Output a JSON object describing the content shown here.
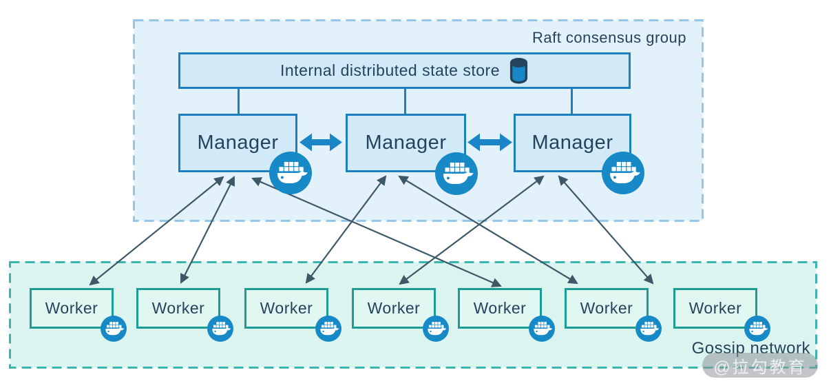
{
  "raft_group": {
    "label": "Raft consensus group",
    "state_store": {
      "label": "Internal distributed state store",
      "icon": "database-icon"
    },
    "managers": [
      {
        "label": "Manager",
        "icon": "docker-whale-icon"
      },
      {
        "label": "Manager",
        "icon": "docker-whale-icon"
      },
      {
        "label": "Manager",
        "icon": "docker-whale-icon"
      }
    ]
  },
  "gossip_network": {
    "label": "Gossip network",
    "workers": [
      {
        "label": "Worker",
        "icon": "docker-whale-icon"
      },
      {
        "label": "Worker",
        "icon": "docker-whale-icon"
      },
      {
        "label": "Worker",
        "icon": "docker-whale-icon"
      },
      {
        "label": "Worker",
        "icon": "docker-whale-icon"
      },
      {
        "label": "Worker",
        "icon": "docker-whale-icon"
      },
      {
        "label": "Worker",
        "icon": "docker-whale-icon"
      },
      {
        "label": "Worker",
        "icon": "docker-whale-icon"
      }
    ]
  },
  "watermark": {
    "label": "@拉勾教育"
  },
  "colors": {
    "raft_bg": "#E3F1FB",
    "raft_dash": "#93C6E8",
    "node_fill": "#D2E9F8",
    "node_border": "#1B7FC0",
    "thick_arrow": "#1B86C7",
    "whale_blue": "#1789C7",
    "thin_arrow": "#3D5867",
    "text_dark": "#24435C",
    "gossip_bg": "#DCF4F0",
    "gossip_dash": "#38B6AE",
    "worker_fill": "#E0F7F2",
    "worker_border": "#1C9C94",
    "db_fill": "#1787C8",
    "db_stroke": "#24435C"
  }
}
